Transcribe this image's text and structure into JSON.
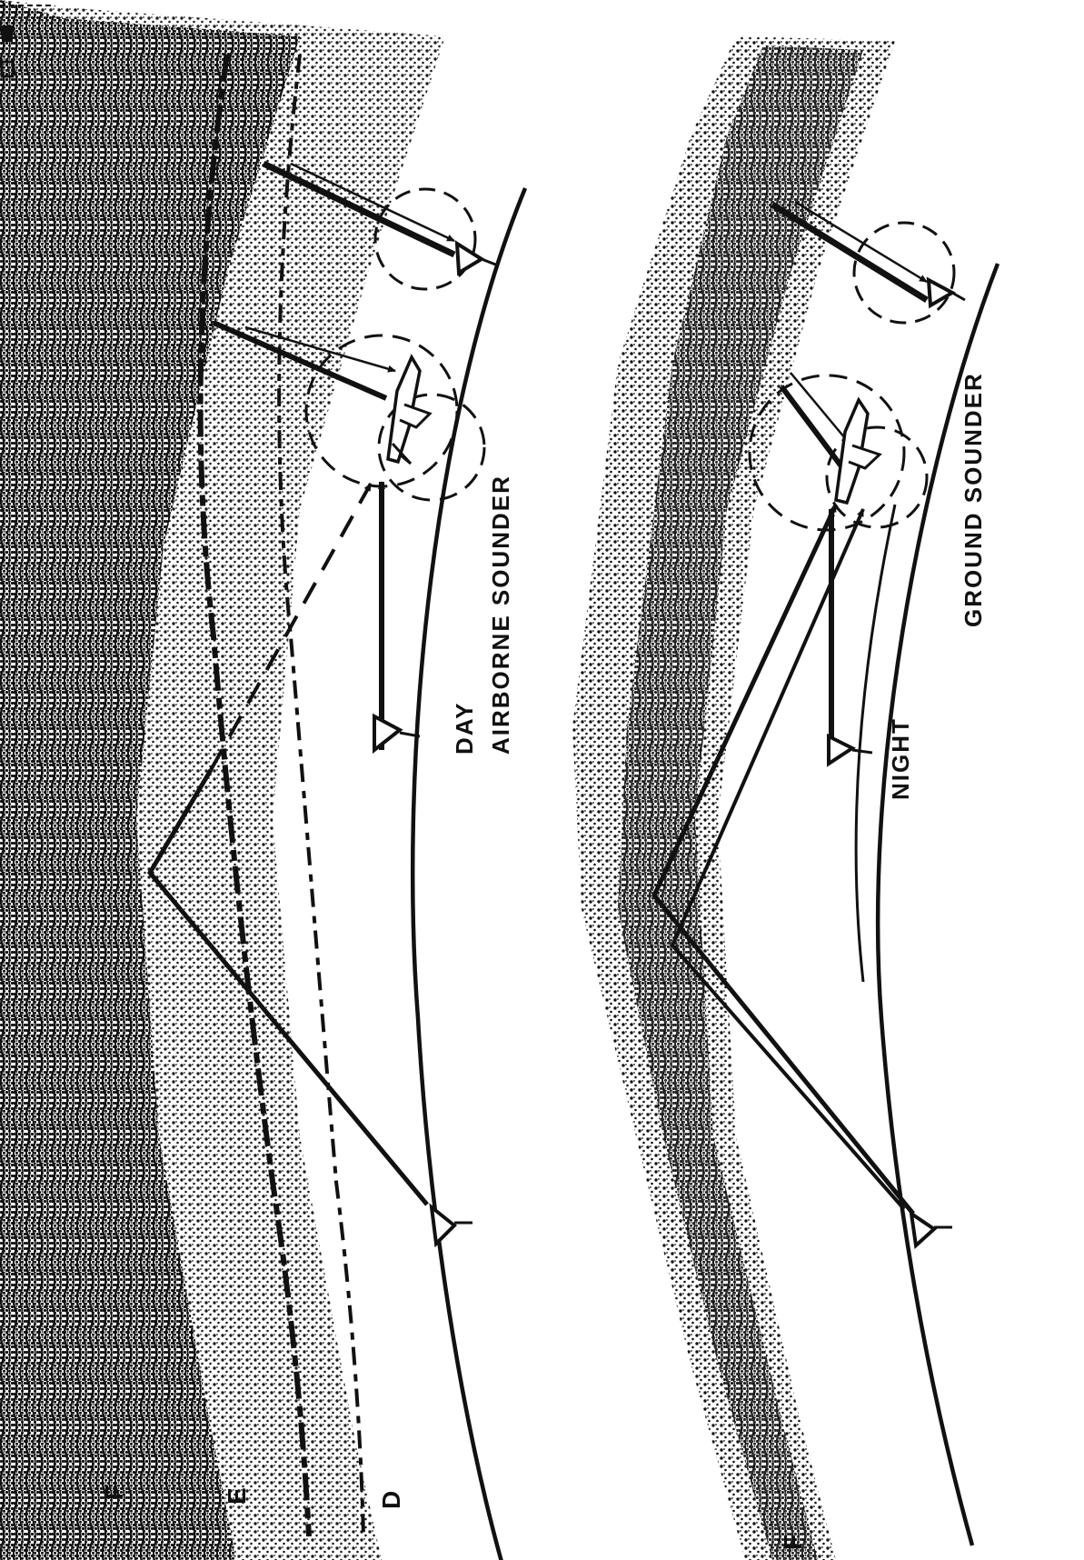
{
  "panels": {
    "day": {
      "condition_label": "DAY",
      "sounder_label": "AIRBORNE SOUNDER",
      "layer_labels": [
        "F",
        "E",
        "D"
      ]
    },
    "night": {
      "condition_label": "NIGHT",
      "sounder_label": "GROUND SOUNDER",
      "layer_labels": [
        "F"
      ]
    }
  },
  "colors": {
    "ink": "#111111",
    "paper": "#ffffff"
  }
}
